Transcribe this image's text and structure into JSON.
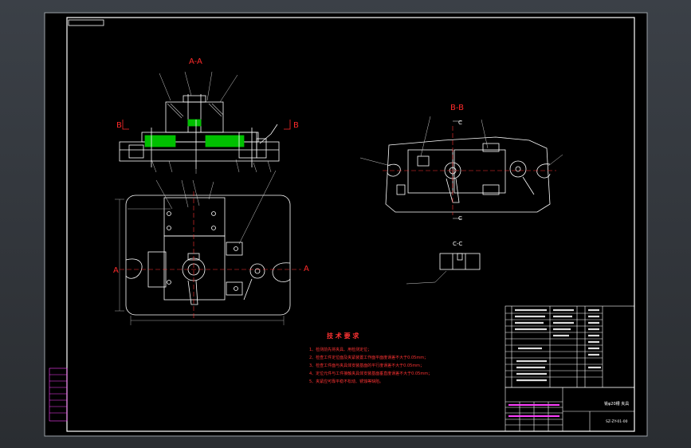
{
  "views": {
    "section_aa": "A-A",
    "section_bb": "B-B",
    "section_cc": "C-C",
    "cut_a": "A",
    "cut_b": "B",
    "cut_c": "C"
  },
  "tech_requirements": {
    "title": "技 术 要 求",
    "items": [
      "1、检测前先将夹具、用检测定位；",
      "2、检查工件定位面及夹紧装置工作面平面度误差不大于0.05mm；",
      "3、检查工件面与夹具体安装基面的平行度误差不大于0.05mm；",
      "4、定位元件与工件接触夹具体安装基面垂直度误差不大于0.05mm；",
      "5、夹紧应可靠平稳不松动、锈蚀等缺陷。"
    ]
  },
  "title_block": {
    "name_text": "铣φ20槽 夹具",
    "code_text": "SZ-ZY-01-00"
  },
  "colors": {
    "background": "#000000",
    "frame": "#ffffff",
    "section_label": "#ff2a2a",
    "hatch": "#00c000",
    "text_red": "#ff3333",
    "text_magenta": "#ff40ff"
  }
}
